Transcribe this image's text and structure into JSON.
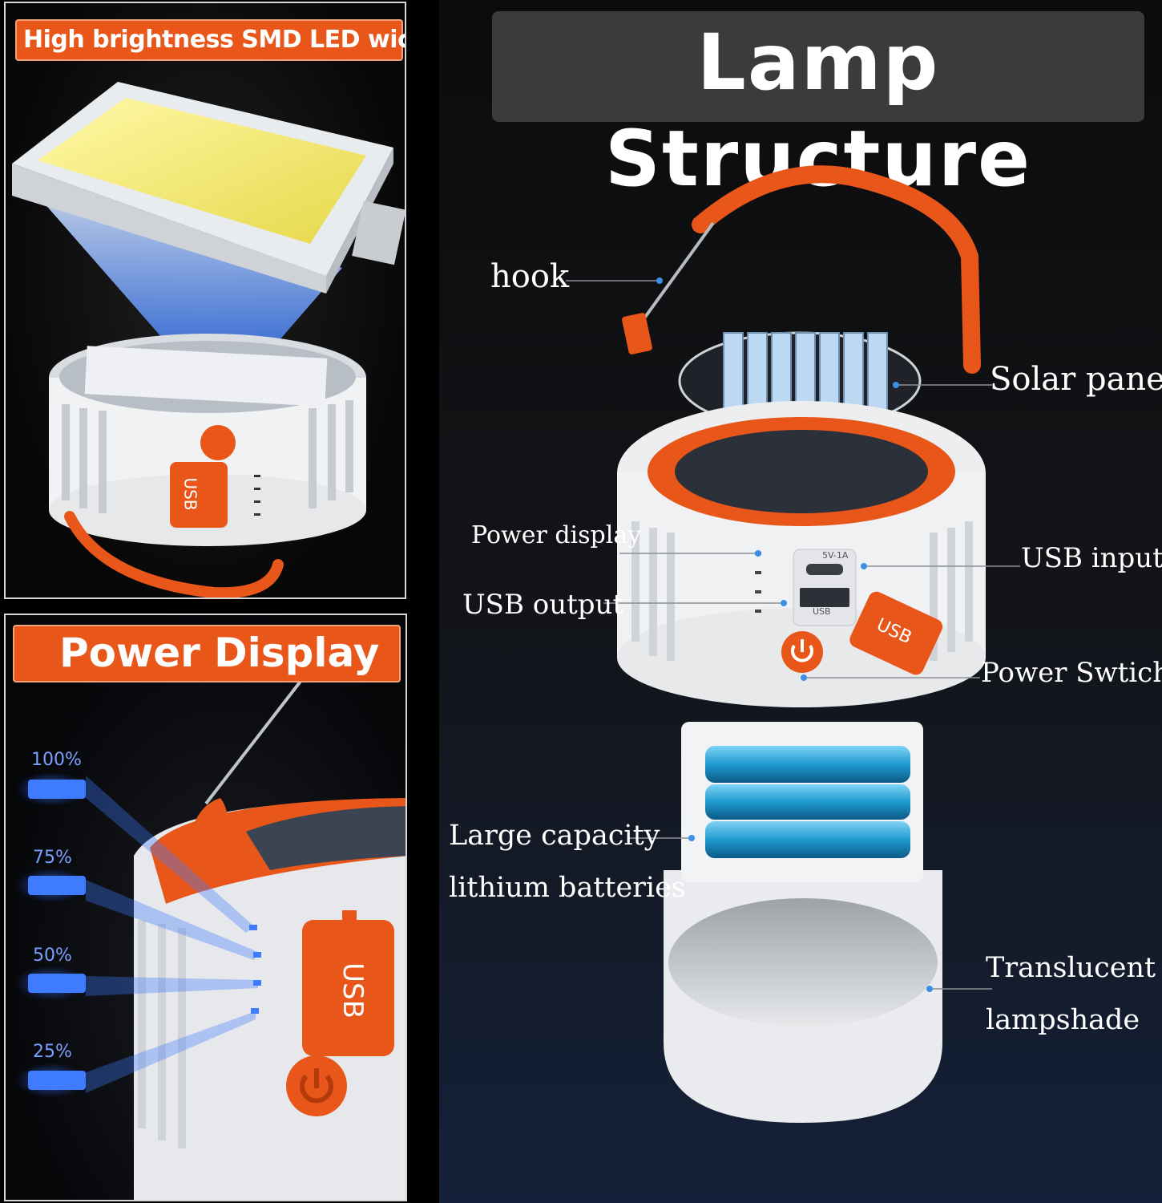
{
  "led_panel": {
    "banner": "High brightness SMD LED wick",
    "usb_tab": "USB"
  },
  "power_panel": {
    "banner": "Power Display",
    "levels": [
      "100%",
      "75%",
      "50%",
      "25%"
    ],
    "usb_tab": "USB"
  },
  "structure": {
    "title": "Lamp Structure",
    "labels": {
      "hook": "hook",
      "solar_panel": "Solar panel",
      "power_display": "Power display",
      "usb_input": "USB input",
      "usb_output": "USB output",
      "power_switch": "Power Swtich",
      "batteries_line1": "Large capacity",
      "batteries_line2": "lithium batteries",
      "lampshade_line1": "Translucent",
      "lampshade_line2": "lampshade"
    },
    "port_input_text": "5V-1A",
    "port_output_text": "USB",
    "usb_cap_text": "USB"
  },
  "colors": {
    "accent_orange": "#e8561a",
    "led_yellow": "#f4ec6a",
    "indicator_blue": "#3e7bff",
    "battery_blue": "#1f9ad0"
  }
}
